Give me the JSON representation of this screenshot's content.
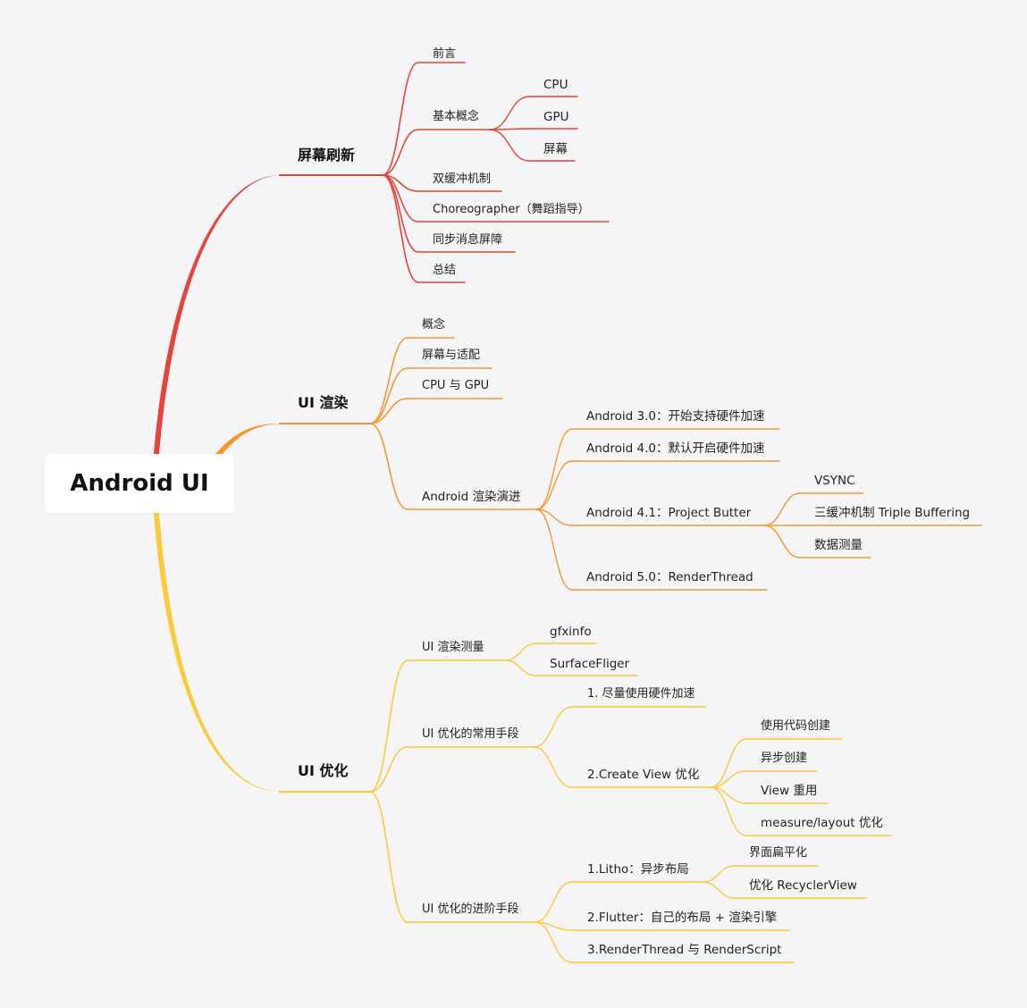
{
  "root": "Android UI",
  "colors": {
    "red": "#e8433a",
    "orange": "#f5962c",
    "yellow": "#fbc93a",
    "background": "#f5f5f7"
  },
  "branches": [
    {
      "title": "屏幕刷新",
      "children": [
        {
          "label": "前言"
        },
        {
          "label": "基本概念",
          "children": [
            {
              "label": "CPU"
            },
            {
              "label": "GPU"
            },
            {
              "label": "屏幕"
            }
          ]
        },
        {
          "label": "双缓冲机制"
        },
        {
          "label": "Choreographer（舞蹈指导）"
        },
        {
          "label": "同步消息屏障"
        },
        {
          "label": "总结"
        }
      ]
    },
    {
      "title": "UI 渲染",
      "children": [
        {
          "label": "概念"
        },
        {
          "label": "屏幕与适配"
        },
        {
          "label": "CPU 与 GPU"
        },
        {
          "label": "Android 渲染演进",
          "children": [
            {
              "label": "Android 3.0：开始支持硬件加速"
            },
            {
              "label": "Android 4.0：默认开启硬件加速"
            },
            {
              "label": "Android 4.1：Project Butter",
              "children": [
                {
                  "label": "VSYNC"
                },
                {
                  "label": "三缓冲机制 Triple Buffering"
                },
                {
                  "label": "数据测量"
                }
              ]
            },
            {
              "label": "Android 5.0：RenderThread"
            }
          ]
        }
      ]
    },
    {
      "title": "UI 优化",
      "children": [
        {
          "label": "UI 渲染测量",
          "children": [
            {
              "label": "gfxinfo"
            },
            {
              "label": "SurfaceFliger"
            }
          ]
        },
        {
          "label": "UI 优化的常用手段",
          "children": [
            {
              "label": "1. 尽量使用硬件加速"
            },
            {
              "label": "2.Create View 优化",
              "children": [
                {
                  "label": "使用代码创建"
                },
                {
                  "label": "异步创建"
                },
                {
                  "label": "View 重用"
                },
                {
                  "label": "measure/layout 优化"
                }
              ]
            }
          ]
        },
        {
          "label": "UI 优化的进阶手段",
          "children": [
            {
              "label": "1.Litho：异步布局",
              "children": [
                {
                  "label": "界面扁平化"
                },
                {
                  "label": "优化 RecyclerView"
                }
              ]
            },
            {
              "label": "2.Flutter：自己的布局 + 渲染引擎"
            },
            {
              "label": "3.RenderThread 与 RenderScript"
            }
          ]
        }
      ]
    }
  ]
}
